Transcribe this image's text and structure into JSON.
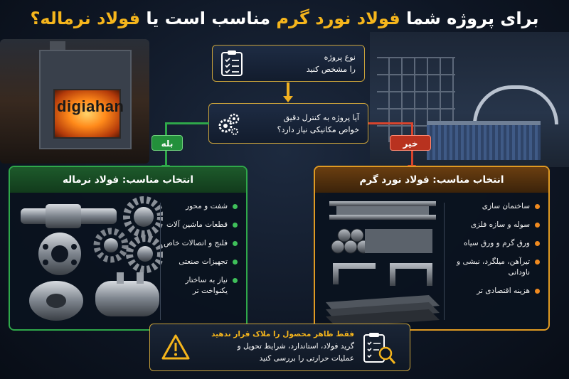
{
  "title": {
    "part1": "برای پروژه شما ",
    "highlight1": "فولاد نورد گرم",
    "part2": " مناسب است یا ",
    "highlight2": "فولاد نرماله؟"
  },
  "brand": "digiahan",
  "step1": {
    "line1": "نوع پروژه",
    "line2": "را مشخص کنید",
    "icon": "clipboard-checklist-icon"
  },
  "step2": {
    "line1": "آیا پروژه به کنترل دقیق",
    "line2": "خواص مکانیکی نیاز دارد؟",
    "icon": "gears-icon"
  },
  "branch_yes": "بله",
  "branch_no": "خیر",
  "colors": {
    "accent": "#f5b51c",
    "yes": "#2fa84a",
    "no": "#d9442c",
    "panel_right": "#e09a22"
  },
  "panel_left": {
    "heading": "انتخاب مناسب: فولاد نرماله",
    "items": [
      "شفت و محور",
      "قطعات ماشین آلات",
      "فلنج و اتصالات خاص",
      "تجهیزات صنعتی",
      "نیاز به ساختار یکنواخت تر"
    ]
  },
  "panel_right": {
    "heading": "انتخاب مناسب: فولاد نورد گرم",
    "items": [
      "ساختمان سازی",
      "سوله و سازه فلزی",
      "ورق گرم و ورق سیاه",
      "تیرآهن، میلگرد، نبشی و ناودانی",
      "هزینه اقتصادی تر"
    ]
  },
  "note": {
    "line1": "فقط ظاهر محصول را ملاک قرار ندهید",
    "line2": "گرید فولاد، استاندارد، شرایط تحویل و",
    "line3": "عملیات حرارتی را بررسی کنید",
    "icons": [
      "warning-icon",
      "checklist-magnifier-icon"
    ]
  }
}
